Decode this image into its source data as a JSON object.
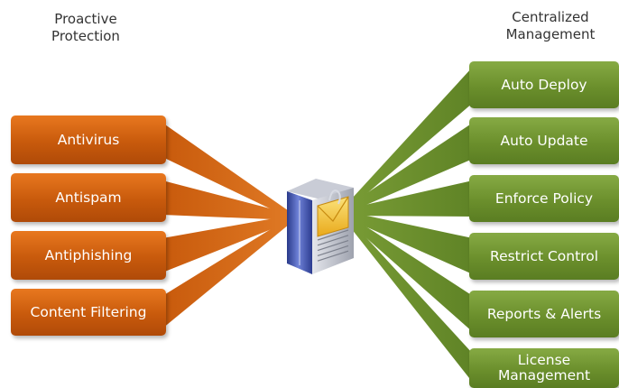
{
  "headings": {
    "left": "Proactive\nProtection",
    "right": "Centralized\nManagement"
  },
  "protection_items": [
    {
      "label": "Antivirus"
    },
    {
      "label": "Antispam"
    },
    {
      "label": "Antiphishing"
    },
    {
      "label": "Content Filtering"
    }
  ],
  "management_items": [
    {
      "label": "Auto Deploy"
    },
    {
      "label": "Auto Update"
    },
    {
      "label": "Enforce Policy"
    },
    {
      "label": "Restrict Control"
    },
    {
      "label": "Reports &  Alerts"
    },
    {
      "label": "License\nManagement"
    }
  ],
  "server": {
    "icon": "mail-server-icon"
  },
  "colors": {
    "protection": "#d2620f",
    "management": "#6f9330",
    "server": "#4a5db0",
    "envelope": "#f2c43a"
  }
}
